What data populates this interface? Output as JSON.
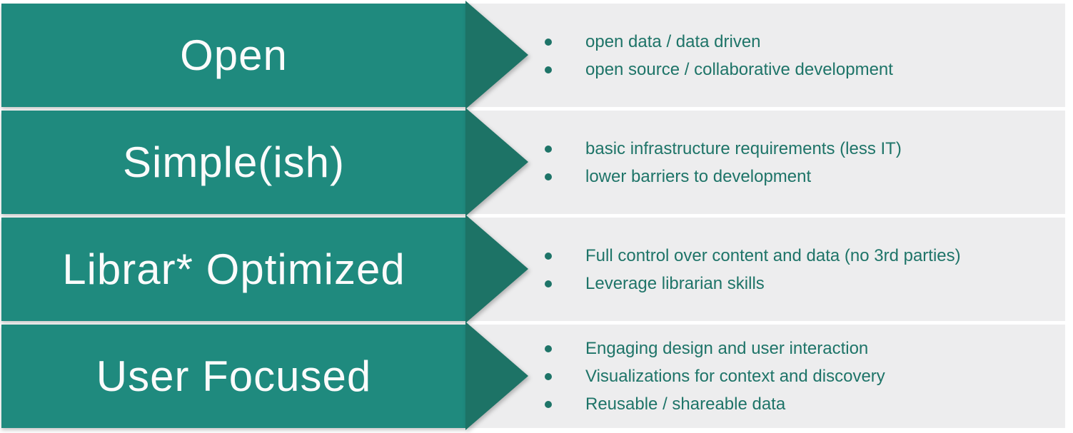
{
  "colors": {
    "band_teal": "#1f8a7e",
    "arrowhead_teal": "#1d7366",
    "panel_gray": "#ededee",
    "bullet_text_teal": "#1e7468",
    "label_white": "#fbfbfb",
    "background": "#ffffff"
  },
  "rows": [
    {
      "label": "Open",
      "bullets": [
        "open data / data driven",
        "open source / collaborative development"
      ]
    },
    {
      "label": "Simple(ish)",
      "bullets": [
        "basic infrastructure requirements (less IT)",
        "lower barriers to development"
      ]
    },
    {
      "label": "Librar* Optimized",
      "bullets": [
        "Full control over content and data (no 3rd parties)",
        "Leverage librarian skills"
      ]
    },
    {
      "label": "User Focused",
      "bullets": [
        "Engaging design and user interaction",
        "Visualizations for context and discovery",
        "Reusable / shareable data"
      ]
    }
  ]
}
